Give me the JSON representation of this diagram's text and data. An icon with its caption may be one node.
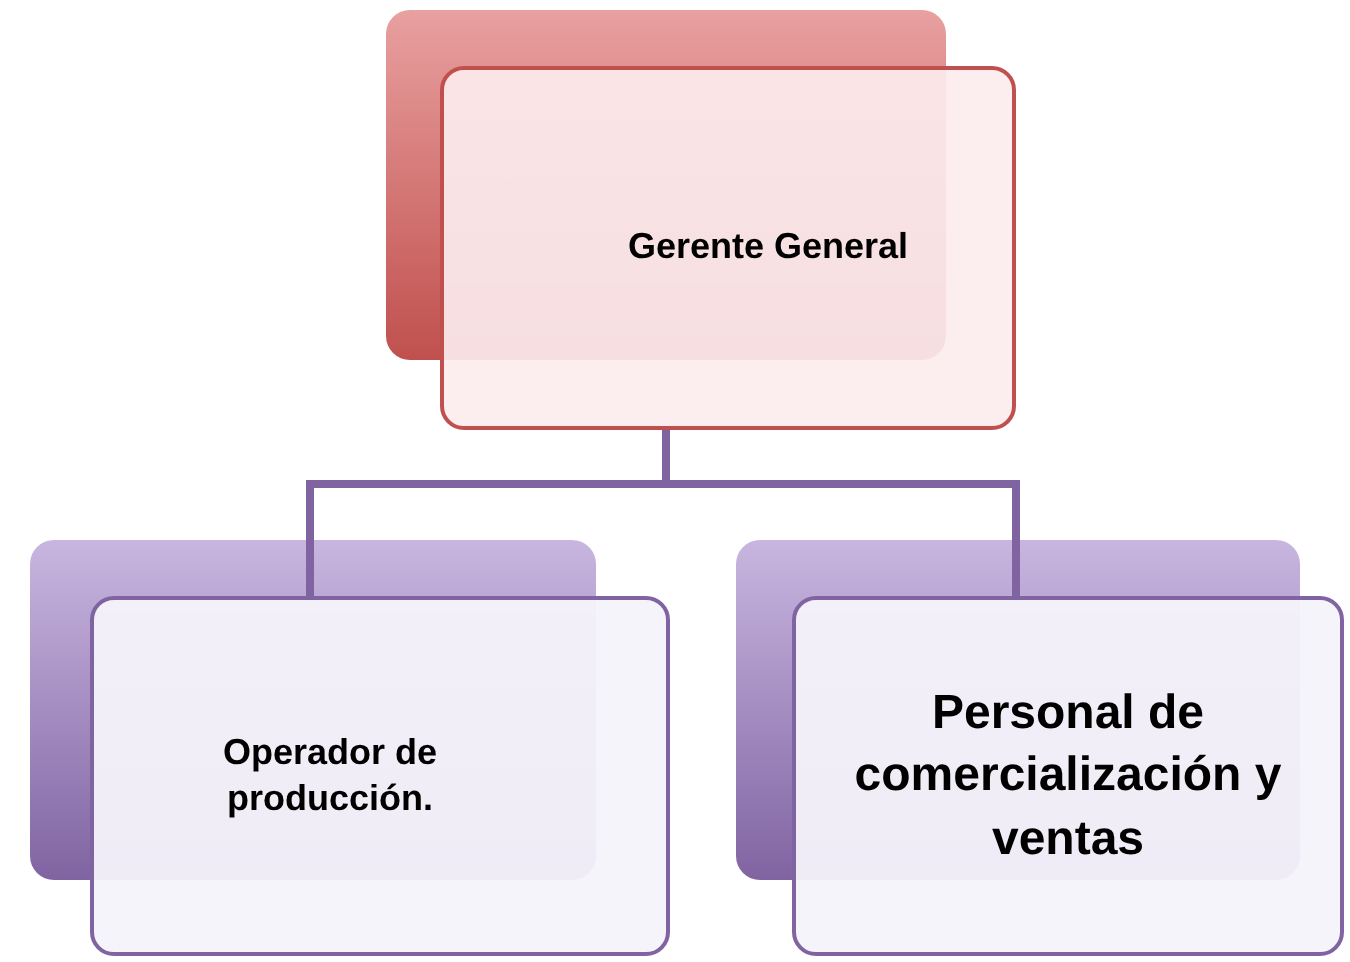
{
  "diagram": {
    "nodes": [
      {
        "text": [
          "Gerente General"
        ]
      },
      {
        "text": [
          "Operador de producción."
        ]
      },
      {
        "text": [
          "Personal de comercialización y ventas"
        ]
      }
    ],
    "edges": [
      {
        "from": 0,
        "to": 1,
        "arrow": "none"
      },
      {
        "from": 0,
        "to": 2,
        "arrow": "none"
      }
    ]
  }
}
